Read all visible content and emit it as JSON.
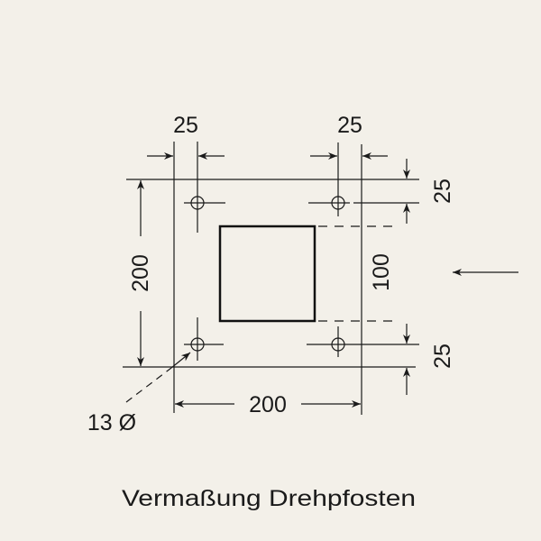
{
  "dimensions": {
    "left_offset": "25",
    "right_offset": "25",
    "top_offset": "25",
    "bottom_offset": "25",
    "height": "200",
    "width": "200",
    "post_size": "100",
    "hole_diameter": "13 Ø"
  },
  "title": "Vermaßung Drehpfosten",
  "colors": {
    "background": "#f3f0e9",
    "lines": "#1a1a1a"
  }
}
